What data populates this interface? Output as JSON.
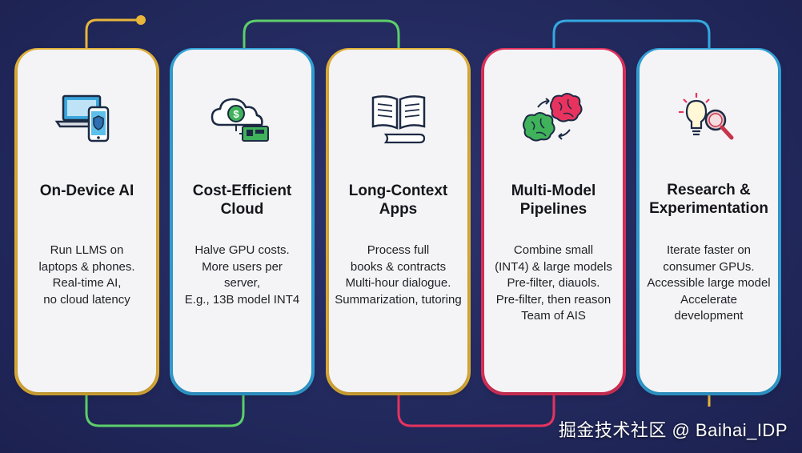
{
  "cards": [
    {
      "title": "On-Device AI",
      "icon": "laptop-phone-icon",
      "accent": "#e8b63a",
      "lines": [
        "Run LLMS on",
        "laptops & phones.",
        "Real-time AI,",
        "no cloud latency"
      ]
    },
    {
      "title": "Cost-Efficient Cloud",
      "icon": "cloud-dollar-gpu-icon",
      "accent": "#34a8e0",
      "lines": [
        "Halve GPU costs.",
        "More users per",
        "server,",
        "E.g., 13B model INT4"
      ]
    },
    {
      "title": "Long-Context Apps",
      "icon": "open-book-scroll-icon",
      "accent": "#e8b63a",
      "lines": [
        "Process full",
        "books & contracts",
        "Multi-hour dialogue.",
        "Summarization, tutoring"
      ]
    },
    {
      "title": "Multi-Model Pipelines",
      "icon": "two-brains-icon",
      "accent": "#e8335f",
      "lines": [
        "Combine small",
        "(INT4) & large models",
        "Pre-filter, diauols.",
        "Pre-filter, then reason",
        "Team of AIS"
      ]
    },
    {
      "title": "Research & Experimentation",
      "icon": "lightbulb-magnifier-icon",
      "accent": "#34a8e0",
      "lines": [
        "Iterate faster on",
        "consumer GPUs.",
        "Accessible large model",
        "Accelerate",
        "development"
      ]
    }
  ],
  "colors": {
    "yellow": "#e8b63a",
    "green": "#5ccf6a",
    "blue": "#34a8e0",
    "pink": "#e8335f"
  },
  "watermark": "掘金技术社区 @ Baihai_IDP"
}
